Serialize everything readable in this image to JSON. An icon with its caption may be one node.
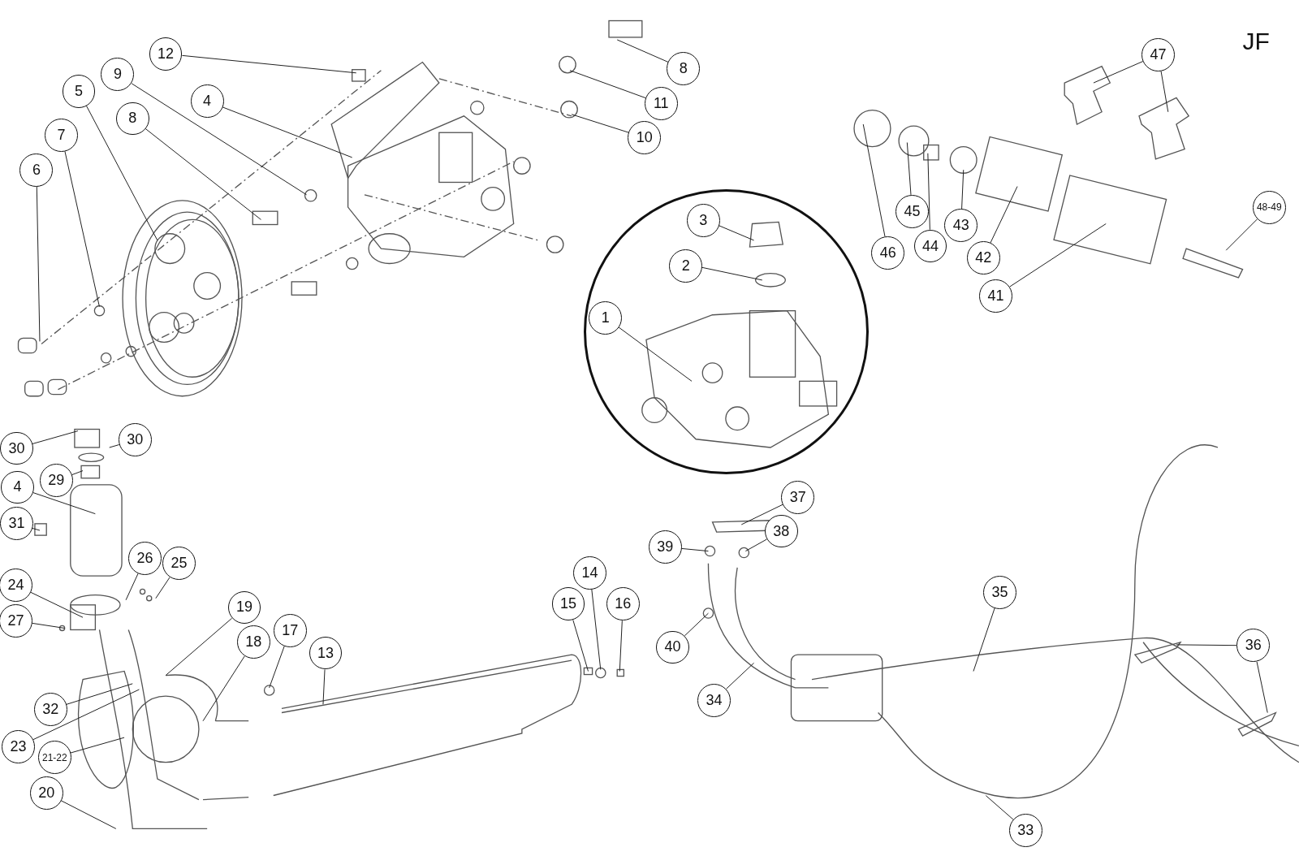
{
  "diagram": {
    "nodes": [
      {
        "text": [
          "12"
        ]
      },
      {
        "text": [
          "9"
        ]
      },
      {
        "text": [
          "5"
        ]
      },
      {
        "text": [
          "4"
        ]
      },
      {
        "text": [
          "8"
        ]
      },
      {
        "text": [
          "7"
        ]
      },
      {
        "text": [
          "6"
        ]
      },
      {
        "text": [
          "8"
        ]
      },
      {
        "text": [
          "11"
        ]
      },
      {
        "text": [
          "10"
        ]
      },
      {
        "text": [
          "47"
        ]
      },
      {
        "text": [
          "46"
        ]
      },
      {
        "text": [
          "45"
        ]
      },
      {
        "text": [
          "44"
        ]
      },
      {
        "text": [
          "43"
        ]
      },
      {
        "text": [
          "42"
        ]
      },
      {
        "text": [
          "41"
        ]
      },
      {
        "text": [
          "48-49"
        ]
      },
      {
        "text": [],
        "shape": "circle"
      },
      {
        "text": [
          "3"
        ],
        "in": 18
      },
      {
        "text": [
          "2"
        ],
        "in": 18
      },
      {
        "text": [
          "1"
        ],
        "in": 18
      },
      {
        "text": [
          "30"
        ]
      },
      {
        "text": [
          "30"
        ]
      },
      {
        "text": [
          "29"
        ]
      },
      {
        "text": [
          "4"
        ]
      },
      {
        "text": [
          "31"
        ]
      },
      {
        "text": [
          "26"
        ]
      },
      {
        "text": [
          "25"
        ]
      },
      {
        "text": [
          "24"
        ]
      },
      {
        "text": [
          "27"
        ]
      },
      {
        "text": [
          "19"
        ]
      },
      {
        "text": [
          "18"
        ]
      },
      {
        "text": [
          "17"
        ]
      },
      {
        "text": [
          "13"
        ]
      },
      {
        "text": [
          "15"
        ]
      },
      {
        "text": [
          "14"
        ]
      },
      {
        "text": [
          "16"
        ]
      },
      {
        "text": [
          "32"
        ]
      },
      {
        "text": [
          "23"
        ]
      },
      {
        "text": [
          "21-22"
        ]
      },
      {
        "text": [
          "20"
        ]
      },
      {
        "text": [
          "37"
        ]
      },
      {
        "text": [
          "38"
        ]
      },
      {
        "text": [
          "39"
        ]
      },
      {
        "text": [
          "40"
        ]
      },
      {
        "text": [
          "35"
        ]
      },
      {
        "text": [
          "36"
        ]
      },
      {
        "text": [
          "34"
        ]
      },
      {
        "text": [
          "33"
        ]
      }
    ],
    "edges": [
      {
        "from": 0,
        "to": null,
        "arrow": "none"
      },
      {
        "from": 1,
        "to": null,
        "arrow": "none"
      },
      {
        "from": 2,
        "to": null,
        "arrow": "none"
      },
      {
        "from": 3,
        "to": null,
        "arrow": "none"
      },
      {
        "from": 4,
        "to": null,
        "arrow": "none"
      },
      {
        "from": 5,
        "to": null,
        "arrow": "none"
      },
      {
        "from": 6,
        "to": null,
        "arrow": "none"
      },
      {
        "from": 7,
        "to": null,
        "arrow": "none"
      },
      {
        "from": 8,
        "to": null,
        "arrow": "none"
      },
      {
        "from": 9,
        "to": null,
        "arrow": "none"
      },
      {
        "from": 10,
        "to": null,
        "arrow": "none"
      },
      {
        "from": 10,
        "to": null,
        "arrow": "none"
      },
      {
        "from": 11,
        "to": null,
        "arrow": "none"
      },
      {
        "from": 12,
        "to": null,
        "arrow": "none"
      },
      {
        "from": 13,
        "to": null,
        "arrow": "none"
      },
      {
        "from": 14,
        "to": null,
        "arrow": "none"
      },
      {
        "from": 15,
        "to": null,
        "arrow": "none"
      },
      {
        "from": 16,
        "to": null,
        "arrow": "none"
      },
      {
        "from": 17,
        "to": null,
        "arrow": "none"
      },
      {
        "from": 19,
        "to": null,
        "arrow": "none"
      },
      {
        "from": 20,
        "to": null,
        "arrow": "none"
      },
      {
        "from": 21,
        "to": null,
        "arrow": "none"
      },
      {
        "from": 22,
        "to": null,
        "arrow": "none"
      },
      {
        "from": 23,
        "to": null,
        "arrow": "none"
      },
      {
        "from": 24,
        "to": null,
        "arrow": "none"
      },
      {
        "from": 25,
        "to": null,
        "arrow": "none"
      },
      {
        "from": 26,
        "to": null,
        "arrow": "none"
      },
      {
        "from": 27,
        "to": null,
        "arrow": "none"
      },
      {
        "from": 28,
        "to": null,
        "arrow": "none"
      },
      {
        "from": 29,
        "to": null,
        "arrow": "none"
      },
      {
        "from": 30,
        "to": null,
        "arrow": "none"
      },
      {
        "from": 31,
        "to": null,
        "arrow": "none"
      },
      {
        "from": 32,
        "to": null,
        "arrow": "none"
      },
      {
        "from": 33,
        "to": null,
        "arrow": "none"
      },
      {
        "from": 34,
        "to": null,
        "arrow": "none"
      },
      {
        "from": 35,
        "to": null,
        "arrow": "none"
      },
      {
        "from": 36,
        "to": null,
        "arrow": "none"
      },
      {
        "from": 37,
        "to": null,
        "arrow": "none"
      },
      {
        "from": 38,
        "to": null,
        "arrow": "none"
      },
      {
        "from": 39,
        "to": null,
        "arrow": "none"
      },
      {
        "from": 40,
        "to": null,
        "arrow": "none"
      },
      {
        "from": 41,
        "to": null,
        "arrow": "none"
      },
      {
        "from": 42,
        "to": null,
        "arrow": "none"
      },
      {
        "from": 43,
        "to": null,
        "arrow": "none"
      },
      {
        "from": 44,
        "to": null,
        "arrow": "none"
      },
      {
        "from": 45,
        "to": null,
        "arrow": "none"
      },
      {
        "from": 46,
        "to": null,
        "arrow": "none"
      },
      {
        "from": 47,
        "to": null,
        "arrow": "none"
      },
      {
        "from": 47,
        "to": null,
        "arrow": "none"
      },
      {
        "from": 48,
        "to": null,
        "arrow": "none"
      },
      {
        "from": 49,
        "to": null,
        "arrow": "none"
      }
    ],
    "labels": [
      "JF"
    ]
  }
}
